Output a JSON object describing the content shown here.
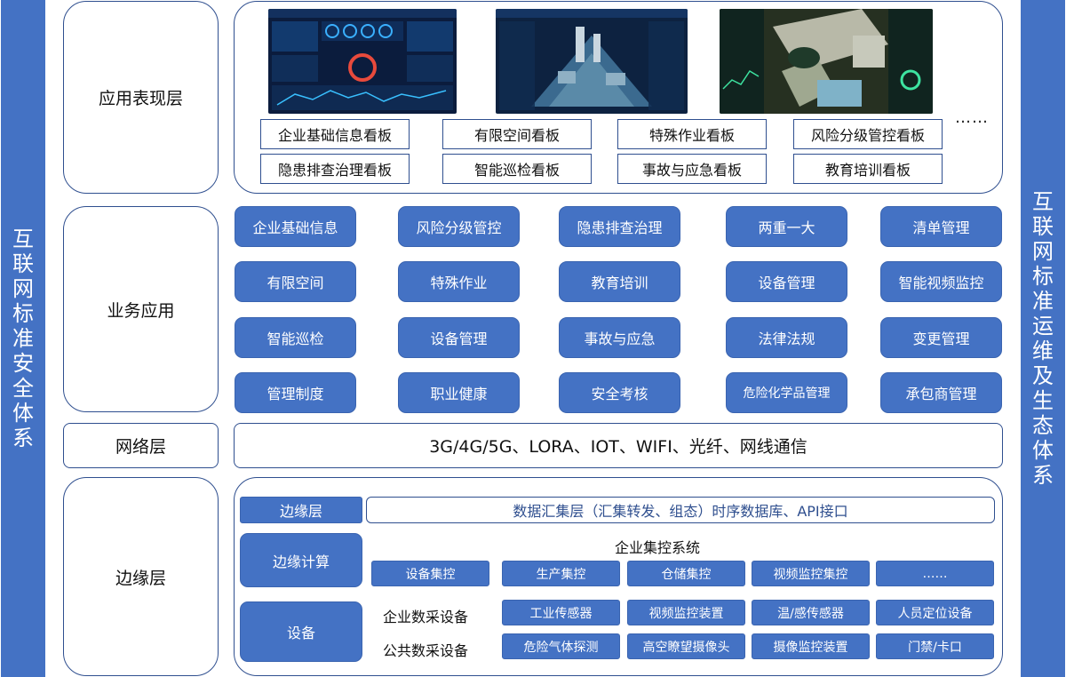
{
  "left_bar": [
    "互",
    "联",
    "网",
    "标",
    "准",
    "安",
    "全",
    "体",
    "系"
  ],
  "right_bar": [
    "互",
    "联",
    "网",
    "标",
    "准",
    "运",
    "维",
    "及",
    "生",
    "态",
    "体",
    "系"
  ],
  "layers": {
    "presentation": "应用表现层",
    "business": "业务应用",
    "network": "网络层",
    "edge": "边缘层"
  },
  "dashboards": [
    "企业基础信息看板",
    "有限空间看板",
    "特殊作业看板",
    "风险分级管控看板",
    "隐患排查治理看板",
    "智能巡检看板",
    "事故与应急看板",
    "教育培训看板"
  ],
  "dashboards_more": "……",
  "business_apps": [
    "企业基础信息",
    "风险分级管控",
    "隐患排查治理",
    "两重一大",
    "清单管理",
    "有限空间",
    "特殊作业",
    "教育培训",
    "设备管理",
    "智能视频监控",
    "智能巡检",
    "设备管理",
    "事故与应急",
    "法律法规",
    "变更管理",
    "管理制度",
    "职业健康",
    "安全考核",
    "危险化学品管理",
    "承包商管理"
  ],
  "network_text": "3G/4G/5G、LORA、IOT、WIFI、光纤、网线通信",
  "edge": {
    "edge_layer_label": "边缘层",
    "data_layer_text": "数据汇集层（汇集转发、组态）时序数据库、API接口",
    "edge_compute_label": "边缘计算",
    "enterprise_system_title": "企业集控系统",
    "control_items": [
      "设备集控",
      "生产集控",
      "仓储集控",
      "视频监控集控",
      "……"
    ],
    "device_label": "设备",
    "enterprise_collect": "企业数采设备",
    "public_collect": "公共数采设备",
    "enterprise_devices": [
      "工业传感器",
      "视频监控装置",
      "温/感传感器",
      "人员定位设备"
    ],
    "public_devices": [
      "危险气体探测",
      "高空瞭望摄像头",
      "摄像监控装置",
      "门禁/卡口"
    ]
  }
}
